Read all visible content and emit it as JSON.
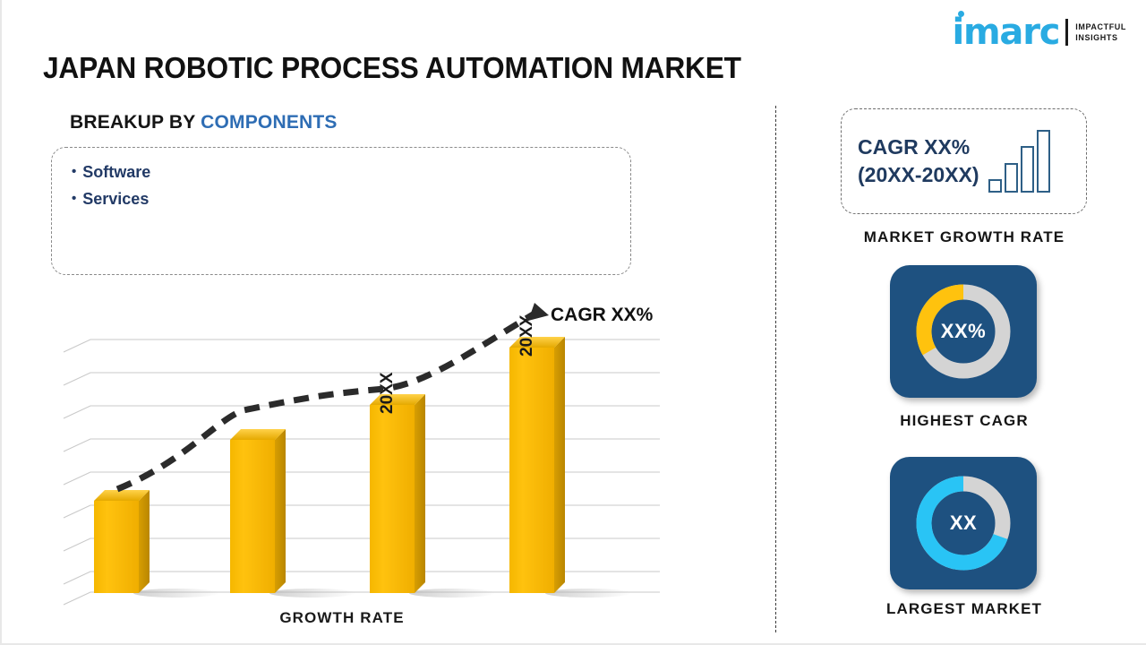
{
  "logo": {
    "mark": "imarc",
    "tagline_line1": "IMPACTFUL",
    "tagline_line2": "INSIGHTS",
    "mark_color": "#29abe2"
  },
  "header": {
    "title": "JAPAN ROBOTIC PROCESS AUTOMATION MARKET"
  },
  "left_panel": {
    "breakup_prefix": "BREAKUP BY ",
    "breakup_accent": "COMPONENTS",
    "components": [
      {
        "label": "Software"
      },
      {
        "label": "Services"
      }
    ],
    "cagr_callout": "CAGR XX%",
    "x_axis_label": "GROWTH RATE"
  },
  "right_panel": {
    "growth_box": {
      "line1": "CAGR XX%",
      "line2": "(20XX-20XX)"
    },
    "labels": {
      "market_growth_rate": "MARKET GROWTH RATE",
      "highest_cagr": "HIGHEST CAGR",
      "largest_market": "LARGEST MARKET"
    },
    "cards": [
      {
        "value": "XX%",
        "arc_color": "#ffc20e",
        "track_color": "#d4d4d4",
        "percent": 33
      },
      {
        "value": "XX",
        "arc_color": "#29c4f5",
        "track_color": "#d4d4d4",
        "percent": 80
      }
    ]
  },
  "chart_data": {
    "type": "bar",
    "title": "JAPAN ROBOTIC PROCESS AUTOMATION MARKET",
    "xlabel": "GROWTH RATE",
    "ylabel": "",
    "categories": [
      "20XX",
      "20XX",
      "20XX",
      "20XX"
    ],
    "bar_labels": [
      "",
      "",
      "20XX",
      "20XX"
    ],
    "values": [
      28,
      52,
      72,
      100
    ],
    "ylim": [
      0,
      118
    ],
    "grid": true,
    "gridlines": 9,
    "legend": false,
    "bar_color": "#ffc20e",
    "bar_side_color": "#c79400",
    "bar_top_color": "#e8ae09",
    "trend": {
      "style": "dashed-arrow",
      "color": "#2b2b2b",
      "annotation": "CAGR XX%"
    }
  },
  "colors": {
    "accent_blue": "#2e6db4",
    "navy": "#223a66",
    "card_blue": "#1e5180",
    "yellow": "#ffc20e",
    "cyan": "#29c4f5",
    "gray_track": "#d4d4d4"
  }
}
